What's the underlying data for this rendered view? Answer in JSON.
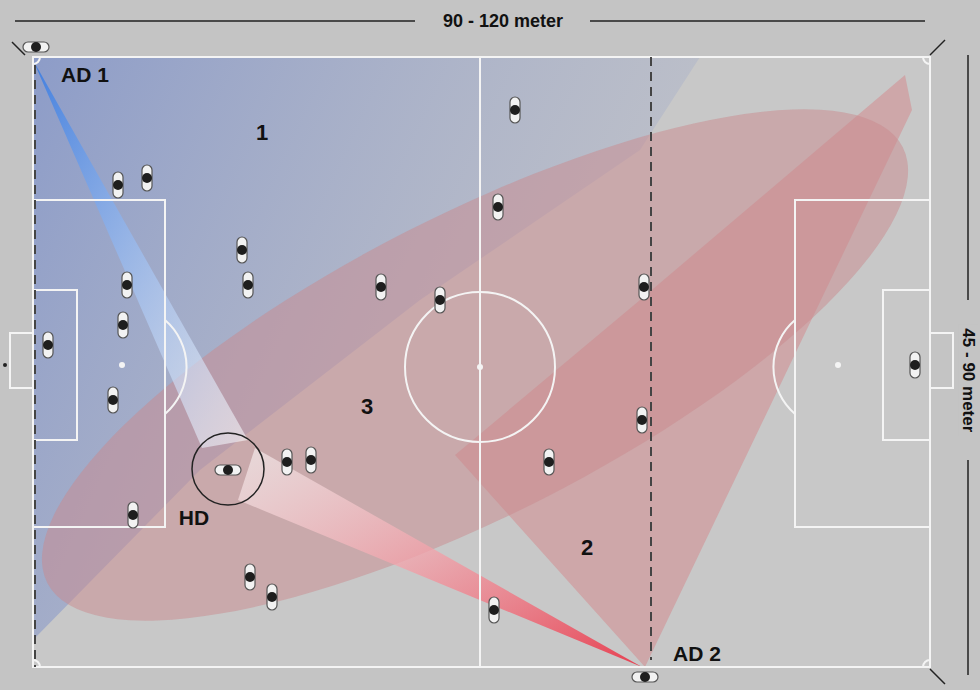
{
  "diagram": {
    "labels": [
      "90 - 120 meter",
      "45 - 90 meter",
      "AD 1",
      "1",
      "3",
      "HD",
      "2",
      "AD 2"
    ]
  }
}
